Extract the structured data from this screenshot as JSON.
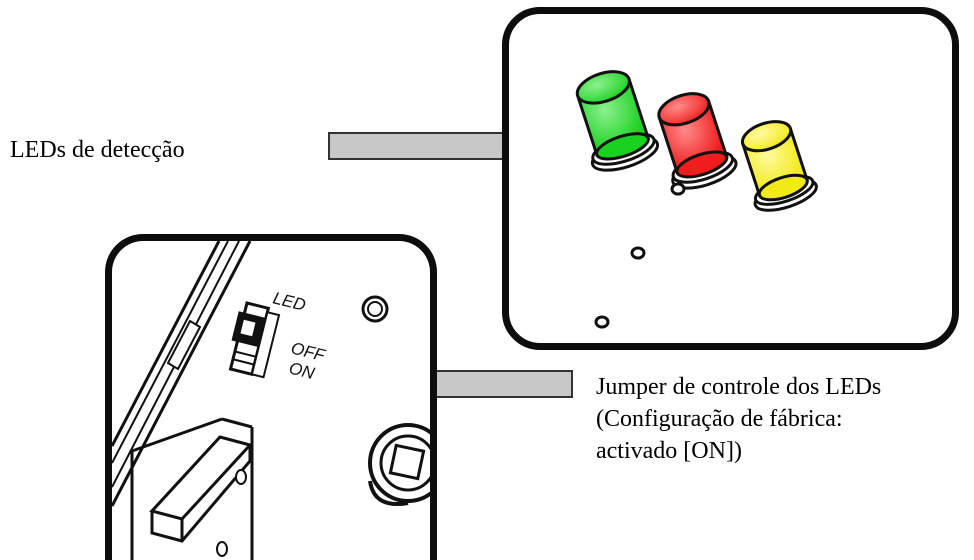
{
  "labels": {
    "leds_detection": "LEDs de detecção",
    "jumper_line1": "Jumper de controle dos LEDs",
    "jumper_line2": "(Configuração de fábrica:",
    "jumper_line3": "activado [ON])"
  },
  "jumper_markings": {
    "led": "LED",
    "off": "OFF",
    "on": "ON"
  },
  "led_colors": {
    "green": "#19d11f",
    "red": "#f01d1d",
    "yellow": "#f1ea15"
  },
  "arrow_color": "#c8c8c8"
}
